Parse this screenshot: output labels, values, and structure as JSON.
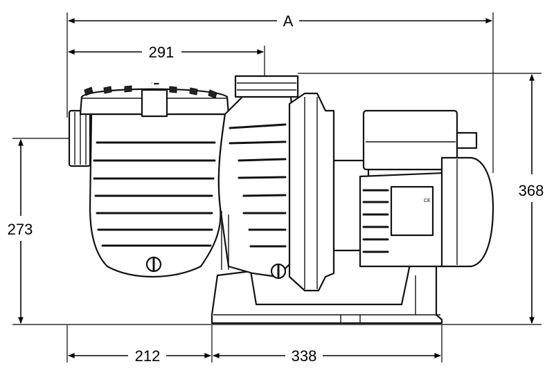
{
  "dimensions": {
    "overall_length": "A",
    "top_length": "291",
    "overall_height": "368",
    "axis_height": "273",
    "base_front": "212",
    "base_length": "338"
  },
  "motor_label": "CE",
  "colors": {
    "line": "#111111",
    "background": "#ffffff"
  }
}
